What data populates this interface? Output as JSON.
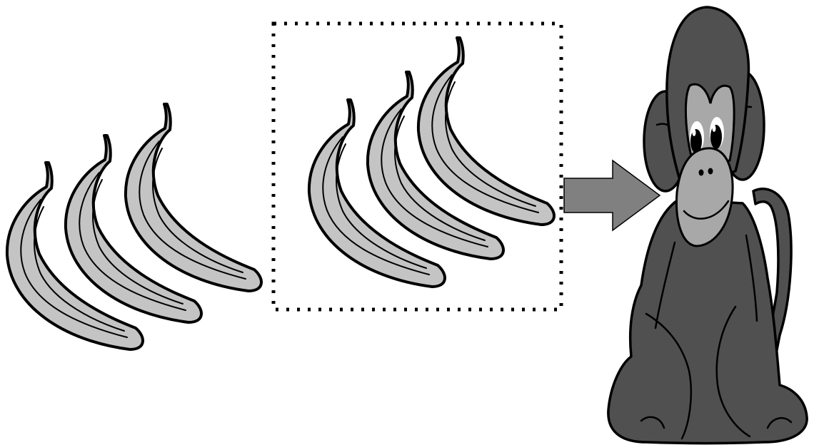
{
  "colors": {
    "background": "#ffffff",
    "banana": "#c4c4c4",
    "stroke": "#000000",
    "arrow": "#808080",
    "fur": "#505050",
    "face": "#a8a8a8"
  },
  "groups": [
    {
      "name": "unselected-banana-bunch",
      "count": 3,
      "selected": false
    },
    {
      "name": "selected-banana-bunch",
      "count": 3,
      "selected": true
    }
  ],
  "icons": {
    "banana": "banana-icon",
    "arrow": "right-arrow-icon",
    "monkey": "monkey-icon"
  }
}
